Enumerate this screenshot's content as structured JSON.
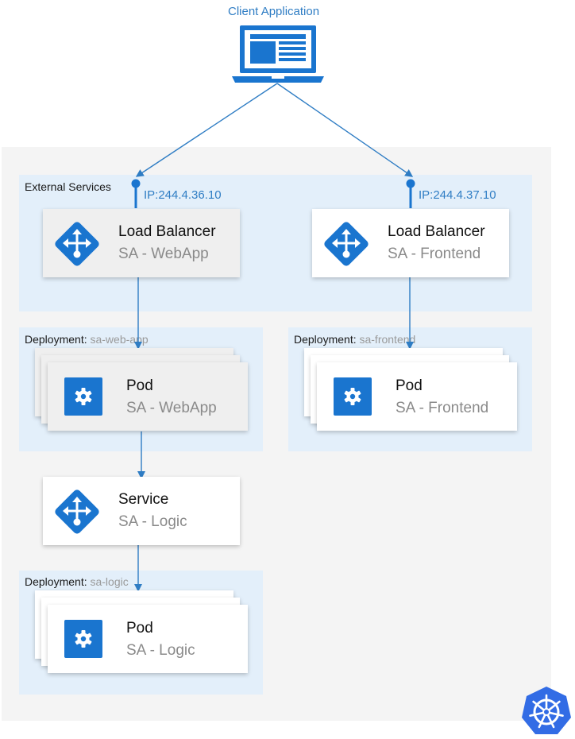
{
  "client": {
    "label": "Client Application"
  },
  "external_services": {
    "label": "External Services"
  },
  "load_balancers": [
    {
      "ip": "IP:244.4.36.10",
      "title": "Load Balancer",
      "subtitle": "SA - WebApp"
    },
    {
      "ip": "IP:244.4.37.10",
      "title": "Load Balancer",
      "subtitle": "SA - Frontend"
    }
  ],
  "deployments": [
    {
      "prefix": "Deployment:",
      "name": "sa-web-app",
      "pod_title": "Pod",
      "pod_subtitle": "SA - WebApp"
    },
    {
      "prefix": "Deployment:",
      "name": "sa-frontend",
      "pod_title": "Pod",
      "pod_subtitle": "SA - Frontend"
    },
    {
      "prefix": "Deployment:",
      "name": "sa-logic",
      "pod_title": "Pod",
      "pod_subtitle": "SA - Logic"
    }
  ],
  "service": {
    "title": "Service",
    "subtitle": "SA - Logic"
  },
  "colors": {
    "accent": "#2f7dc4",
    "icon_blue": "#1a75cf",
    "zone_blue": "#e3effa",
    "cluster_grey": "#f4f4f4",
    "k8s_blue": "#326ce5"
  },
  "icons": {
    "client": "laptop-icon",
    "load_balancer": "load-balancer-icon",
    "pod": "gear-icon",
    "cluster": "kubernetes-logo-icon"
  }
}
